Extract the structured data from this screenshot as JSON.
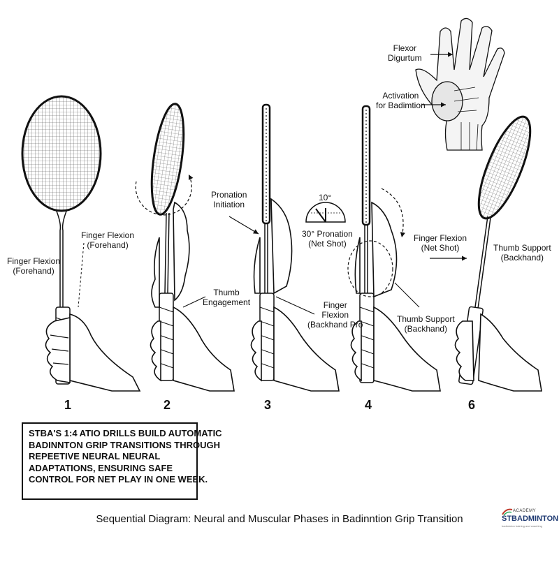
{
  "steps": [
    "1",
    "2",
    "3",
    "4",
    "6"
  ],
  "labels": {
    "finger_flexion_forehand_a": [
      "Finger Flexion",
      "(Forehand)"
    ],
    "finger_flexion_forehand_b": [
      "Finger Flexion",
      "(Forehand)"
    ],
    "thumb_engagement": [
      "Thumb",
      "Engagement"
    ],
    "pronation_initiation": [
      "Pronation",
      "Initiation"
    ],
    "angle_value": "10°",
    "pronation_30": [
      "30° Pronation",
      "(Net Shot)"
    ],
    "finger_flexion_backhand": [
      "Finger",
      "Flexion",
      "(Backhand Pro"
    ],
    "thumb_support_backhand_a": [
      "Thumb Support",
      "(Backhand)"
    ],
    "finger_flexion_netshot": [
      "Finger Flexion",
      "(Net Shot)"
    ],
    "thumb_support_backhand_b": [
      "Thumb Support",
      "(Backhand)"
    ],
    "flexor_digitorum": [
      "Flexor",
      "Digurtum"
    ],
    "activation": [
      "Activation",
      "for Badimtion"
    ]
  },
  "callout_lines": [
    "STBA'S 1:4 ATIO DRILLS BUILD AUTOMATIC",
    "BADINNTON GRIP TRANSITIONS THROUGH",
    "REPEETIVE NEURAL NEURAL",
    "ADAPTATIONS, ENSURING SAFE",
    "CONTROL FOR NET PLAY IN ONE WEEK."
  ],
  "caption": "Sequential Diagram: Neural and Muscular Phases in Badinntion Grip Transition",
  "logo": {
    "line1": "ACADEMY",
    "line2": "STBADMINTON",
    "line3": "badminton training and coaching"
  },
  "colors": {
    "ink": "#111111",
    "logo_blue": "#1f3a72",
    "logo_red": "#c0392b",
    "logo_green": "#27ae60"
  }
}
